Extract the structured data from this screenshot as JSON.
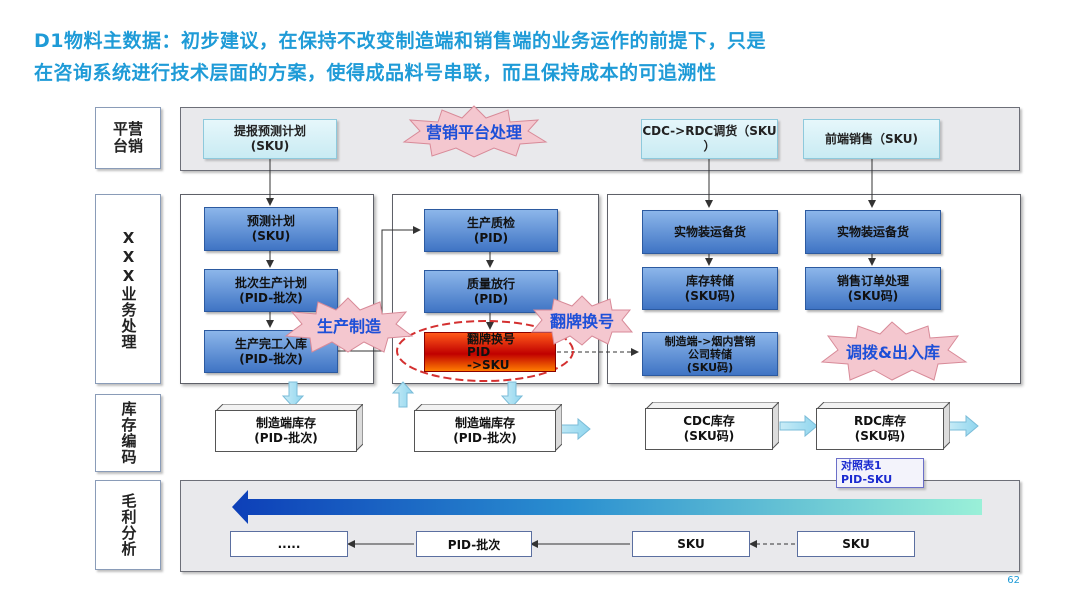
{
  "title": {
    "line1": "D1物料主数据：初步建议，在保持不改变制造端和销售端的业务运作的前提下，只是",
    "line2": "在咨询系统进行技术层面的方案，使得成品料号串联，而且保持成本的可追溯性"
  },
  "rows": {
    "marketing": "平营\n台销",
    "business": "XXX业务处理",
    "inventory": "库存编码",
    "margin": "毛利分析"
  },
  "marketing_platform": {
    "forecast_plan": "提报预测计划\n(SKU)",
    "label": "营销平台处理",
    "cdc_rdc": "CDC->RDC调货（SKU\n）",
    "front_sales": "前端销售（SKU)"
  },
  "manufacturing": {
    "forecast": "预测计划\n(SKU)",
    "batch_plan": "批次生产计划\n(PID-批次)",
    "completion": "生产完工入库\n(PID-批次)",
    "label": "生产制造"
  },
  "quality": {
    "inspection": "生产质检\n(PID)",
    "release": "质量放行\n(PID)",
    "relabel": "翻牌换号\nPID\n->SKU",
    "label": "翻牌换号"
  },
  "distribution": {
    "ship1": "实物装运备货",
    "ship2": "实物装运备货",
    "stock_transfer": "库存转储\n(SKU码)",
    "sales_order": "销售订单处理\n(SKU码)",
    "mfg_transfer": "制造端->烟内营销\n公司转储\n(SKU码)",
    "label": "调拨&出入库"
  },
  "inventory_cubes": {
    "mfg1": "制造端库存\n(PID-批次)",
    "mfg2": "制造端库存\n(PID-批次)",
    "cdc": "CDC库存\n(SKU码)",
    "rdc": "RDC库存\n(SKU码)"
  },
  "mapping_note": "对照表1\nPID-SKU",
  "margin_boxes": {
    "dots": ".....",
    "pid_batch": "PID-批次",
    "sku1": "SKU",
    "sku2": "SKU"
  },
  "page_number": "62"
}
